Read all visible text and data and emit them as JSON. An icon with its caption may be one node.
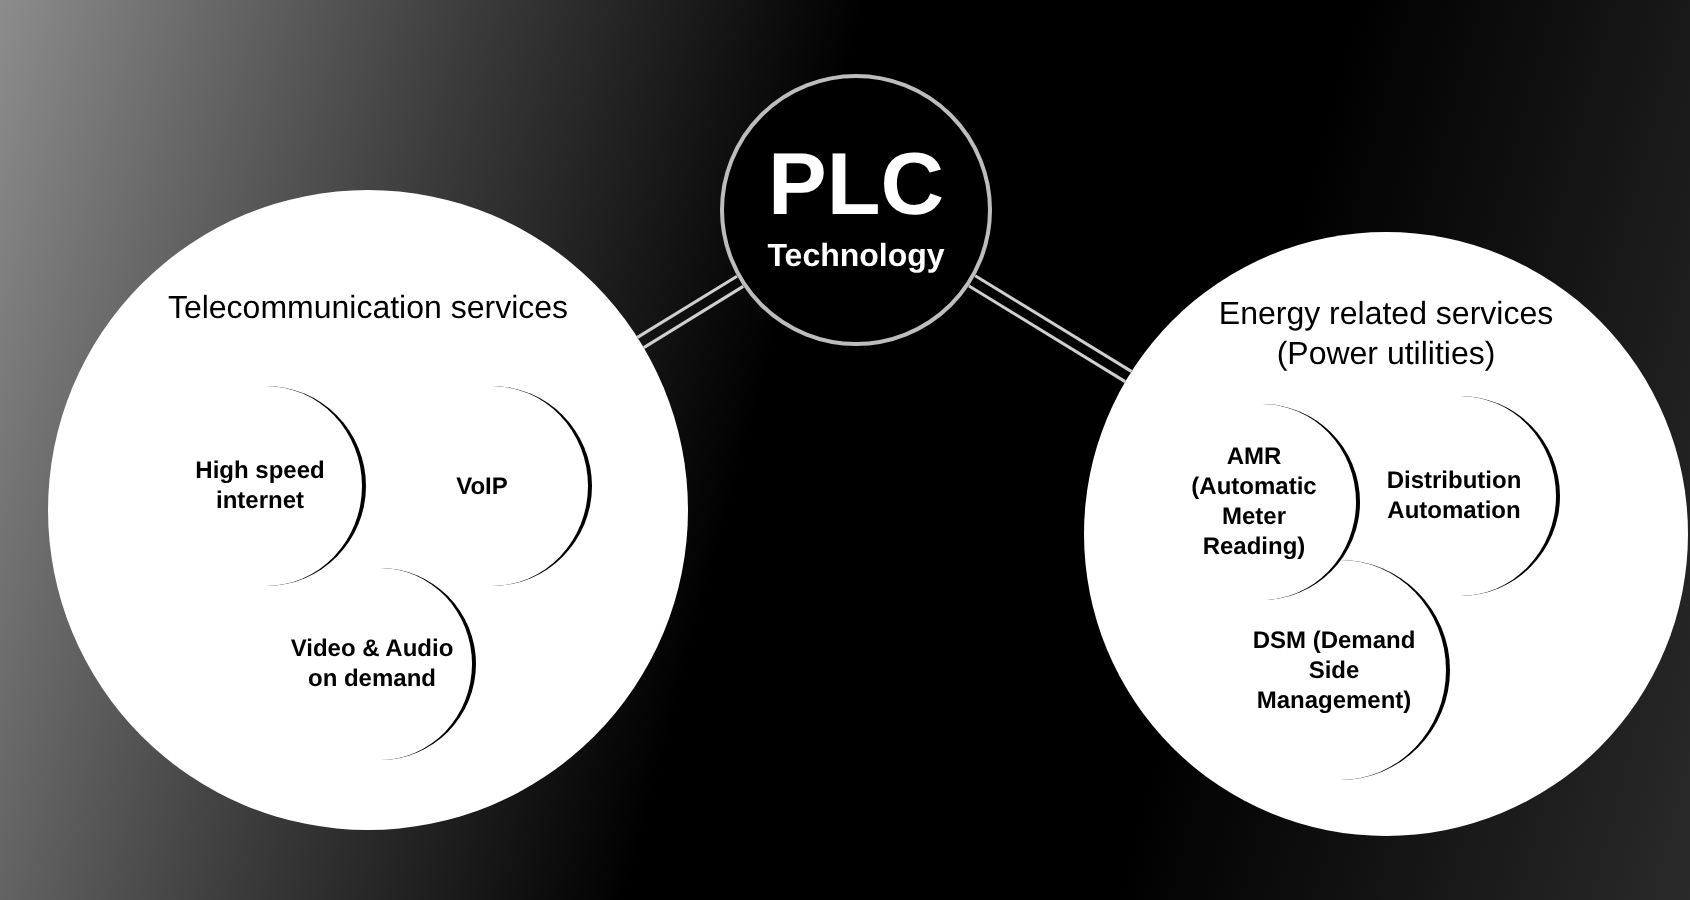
{
  "diagram": {
    "nodes": [
      {
        "text": [
          "PLC",
          "Technology"
        ]
      },
      {
        "text": [
          "Telecommunication services"
        ]
      },
      {
        "text": [
          "High speed internet"
        ],
        "in": 1
      },
      {
        "text": [
          "VoIP"
        ],
        "in": 1
      },
      {
        "text": [
          "Video & Audio on demand"
        ],
        "in": 1
      },
      {
        "text": [
          "Energy related services (Power utilities)"
        ]
      },
      {
        "text": [
          "AMR (Automatic Meter Reading)"
        ],
        "in": 5
      },
      {
        "text": [
          "Distribution Automation"
        ],
        "in": 5
      },
      {
        "text": [
          "DSM (Demand Side Management)"
        ],
        "in": 5
      }
    ],
    "edges": [
      {
        "from": 0,
        "to": 1,
        "arrow": "none"
      },
      {
        "from": 0,
        "to": 5,
        "arrow": "none"
      }
    ]
  }
}
